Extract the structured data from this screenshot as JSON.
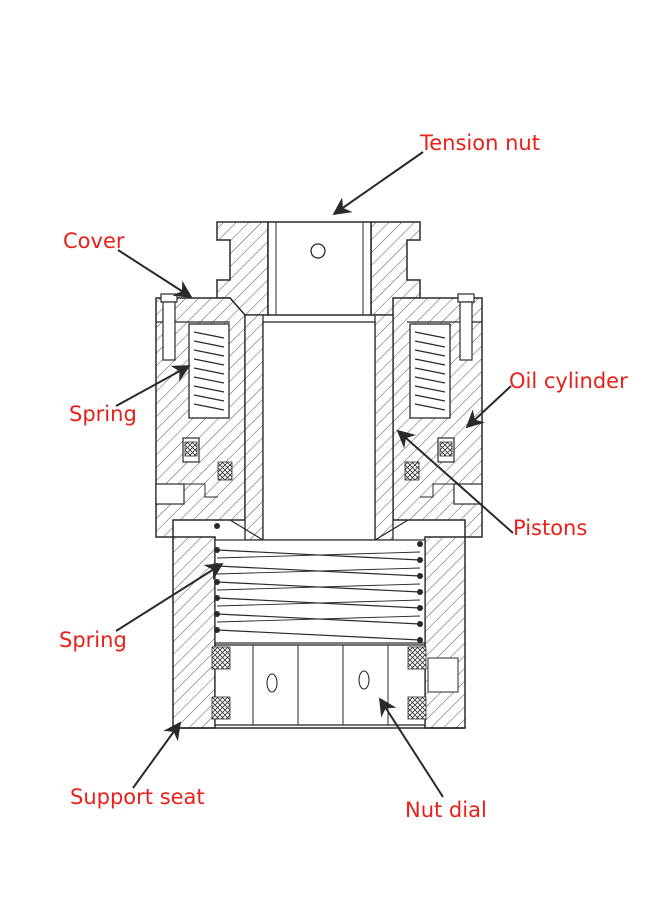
{
  "labels": {
    "tension_nut": "Tension nut",
    "cover": "Cover",
    "spring_upper": "Spring",
    "oil_cylinder": "Oil cylinder",
    "pistons": "Pistons",
    "spring_lower": "Spring",
    "support_seat": "Support seat",
    "nut_dial": "Nut dial"
  },
  "colors": {
    "label_text": "#e8201a",
    "line": "#2a2a2a",
    "hatch": "#555555",
    "background": "#ffffff"
  }
}
